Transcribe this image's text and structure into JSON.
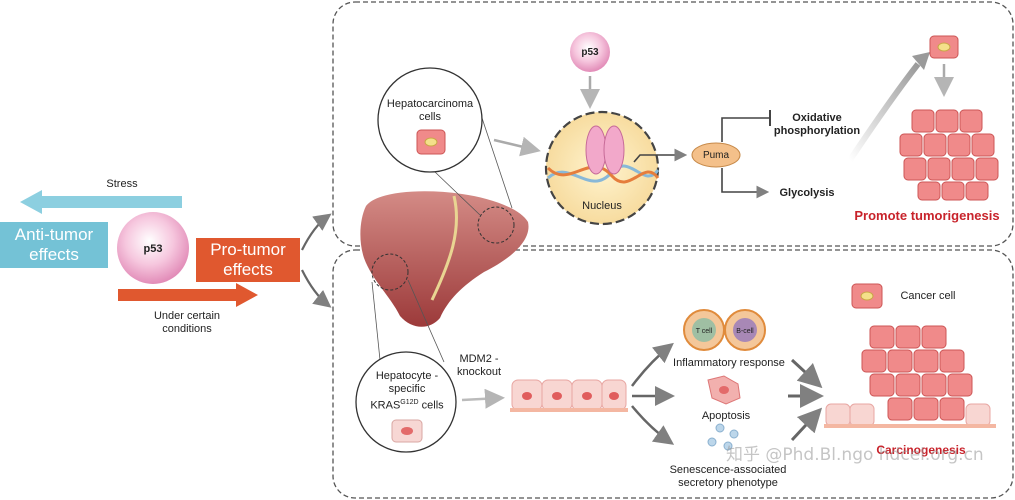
{
  "left": {
    "stress": "Stress",
    "anti_tumor": "Anti-tumor effects",
    "p53": "p53",
    "pro_tumor": "Pro-tumor effects",
    "under_conditions": "Under certain conditions"
  },
  "top_panel": {
    "hcc_cells": "Hepatocarcinoma cells",
    "p53": "p53",
    "nucleus": "Nucleus",
    "puma": "Puma",
    "oxphos": "Oxidative phosphorylation",
    "glycolysis": "Glycolysis",
    "promote": "Promote tumorigenesis"
  },
  "bottom_panel": {
    "kras_cells_a": "Hepatocyte -specific KRAS",
    "kras_sup": "G12D",
    "kras_cells_b": " cells",
    "mdm2": "MDM2 -knockout",
    "t_cell": "T cell",
    "b_cell": "B-cell",
    "inflammatory": "Inflammatory response",
    "apoptosis": "Apoptosis",
    "senescence": "Senescence-associated secretory phenotype",
    "cancer_cell": "Cancer cell",
    "carcinogenesis": "Carcinogenesis"
  },
  "watermark": "知乎 @Phd.Bl.ngo  hdcel.org.cn",
  "colors": {
    "anti_blue": "#74c2d6",
    "pro_orange": "#e0582f",
    "p53_pink": "#f3b6d3",
    "liver": "#b24a4a",
    "cell_pink": "#f08a8a",
    "promote_red": "#c8232b"
  }
}
